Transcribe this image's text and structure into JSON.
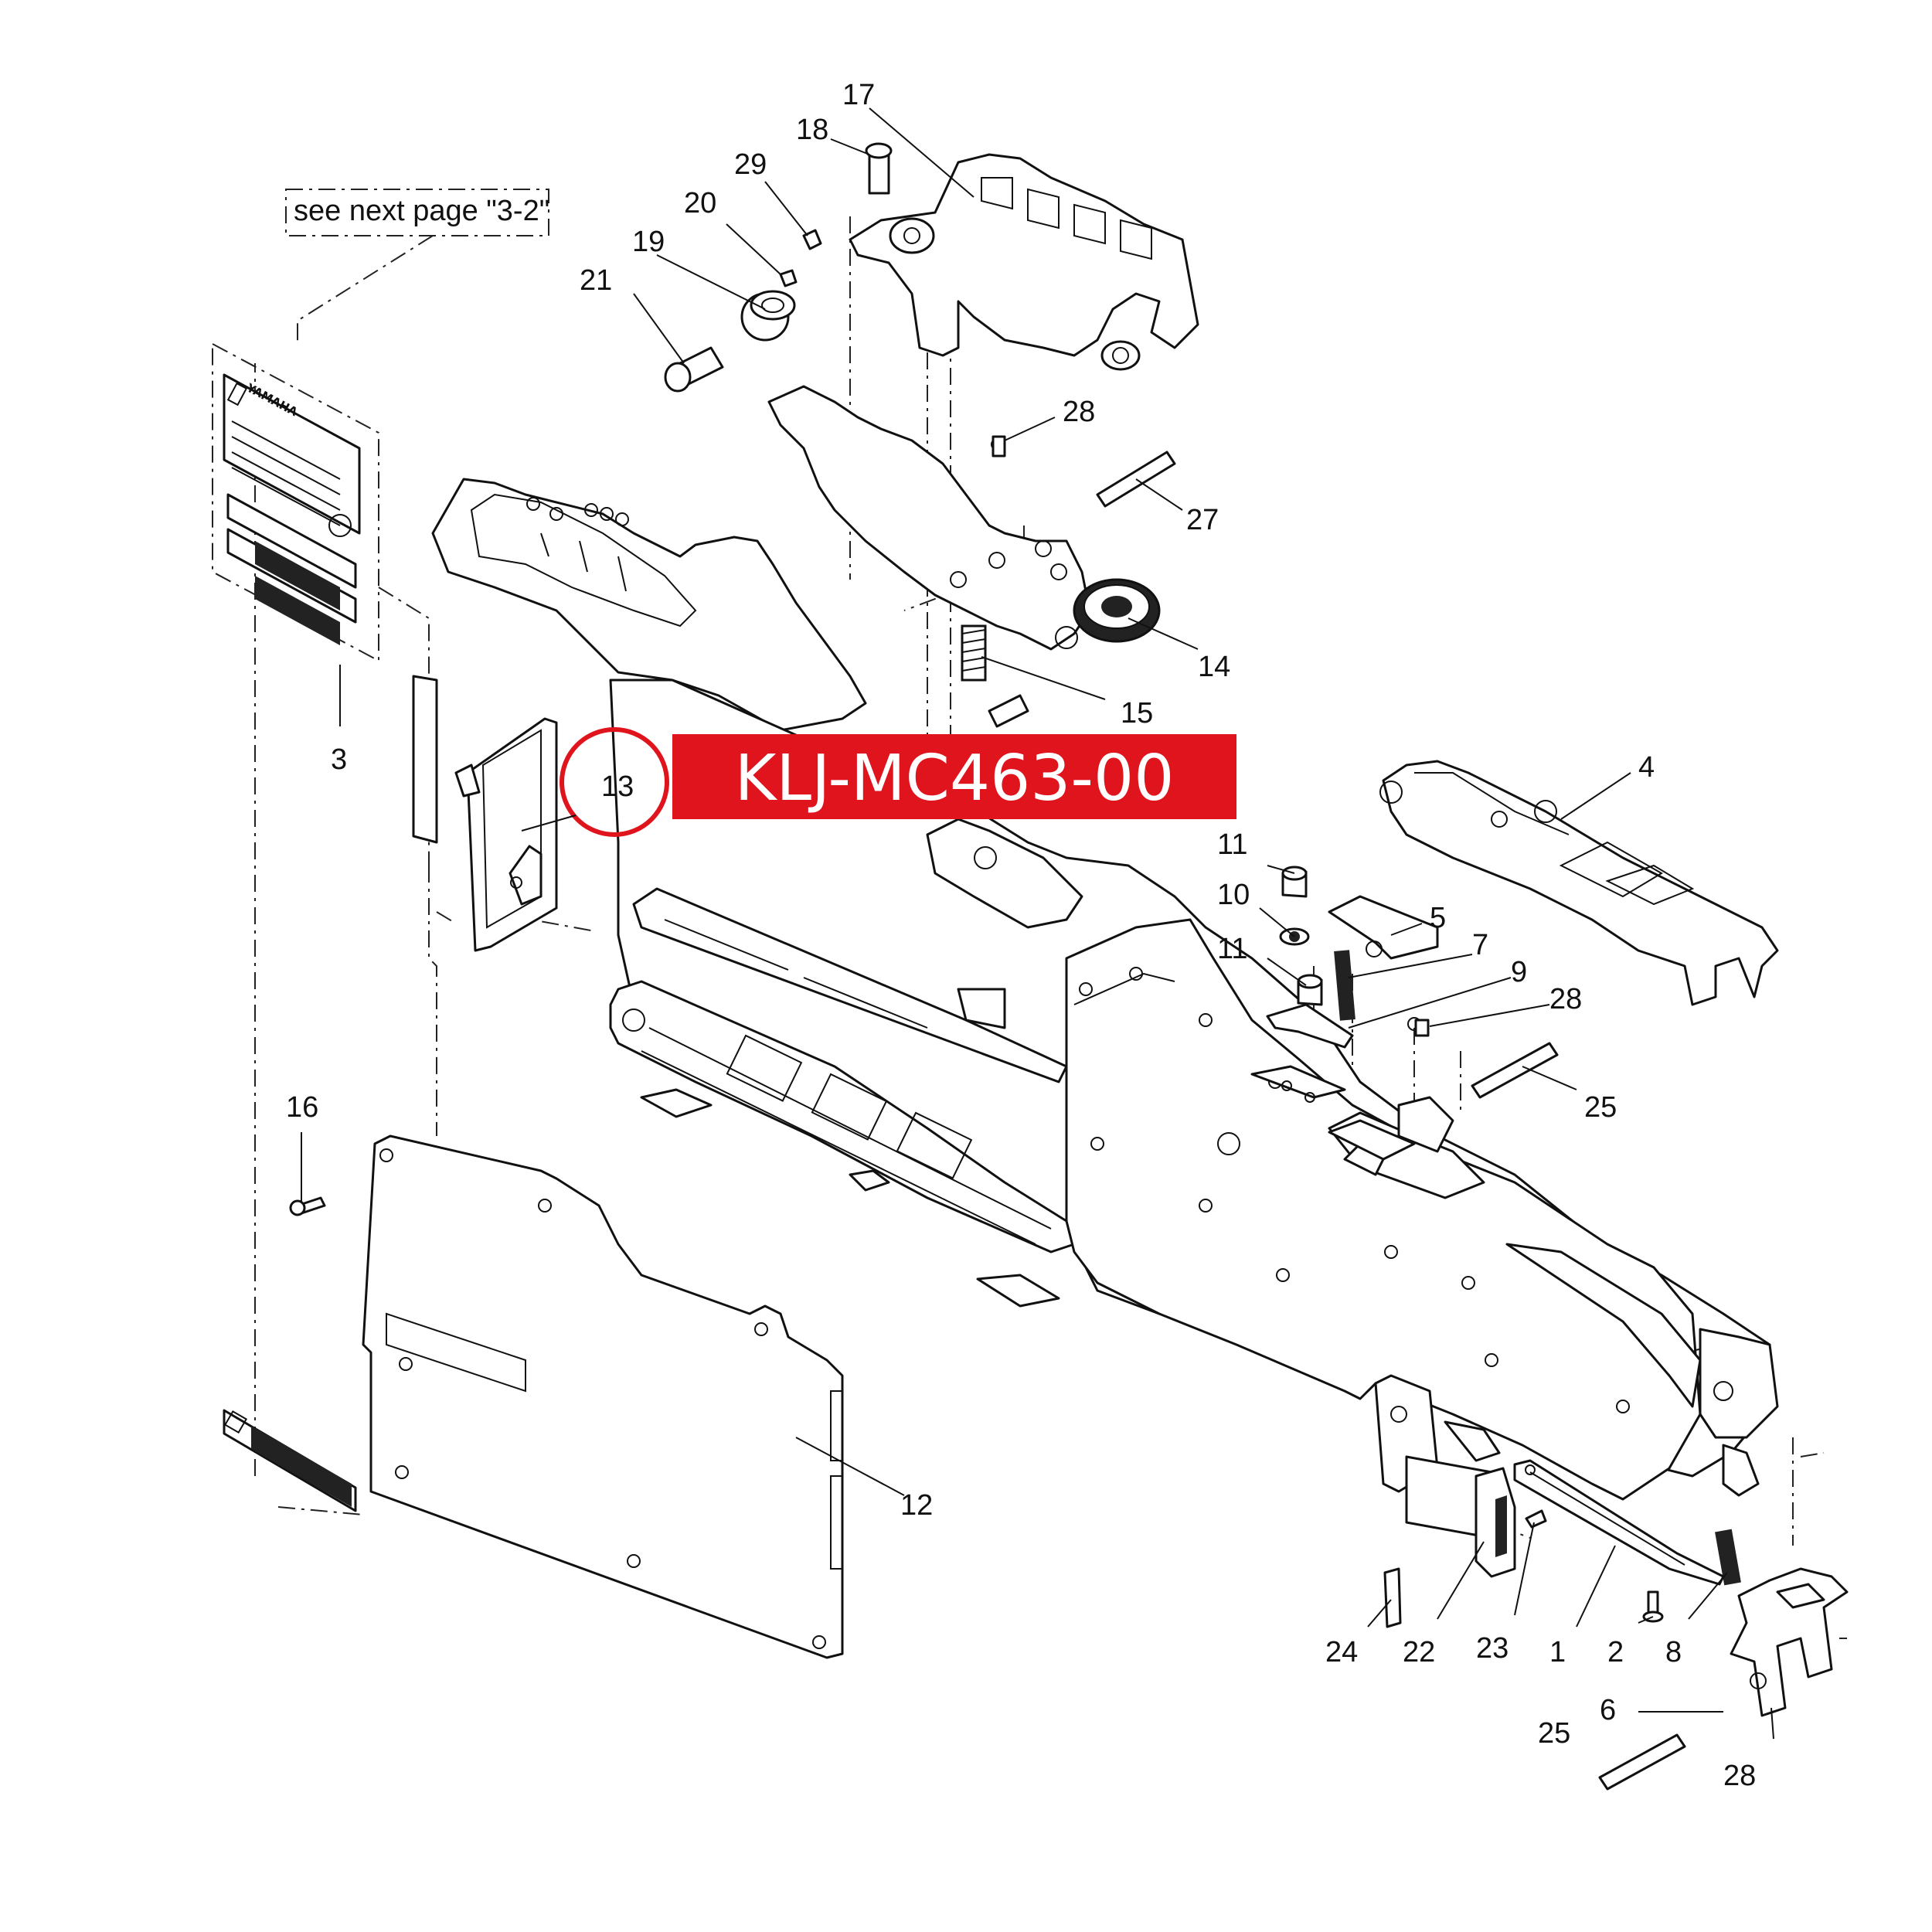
{
  "colors": {
    "banner_bg": "#e0141c",
    "banner_text": "#ffffff",
    "highlight_circle": "#e0141c",
    "line": "#111111"
  },
  "note": {
    "text": "see next page \"3-2\""
  },
  "banner": {
    "part_number": "KLJ-MC463-00"
  },
  "label_plate": {
    "brand": "YAMAHA"
  },
  "callouts": {
    "c1": "1",
    "c2": "2",
    "c3": "3",
    "c4": "4",
    "c5": "5",
    "c6": "6",
    "c7": "7",
    "c8": "8",
    "c9": "9",
    "c10": "10",
    "c11a": "11",
    "c11b": "11",
    "c12": "12",
    "c13": "13",
    "c14": "14",
    "c15": "15",
    "c16": "16",
    "c17": "17",
    "c18": "18",
    "c19": "19",
    "c20": "20",
    "c21": "21",
    "c22": "22",
    "c23": "23",
    "c24": "24",
    "c25a": "25",
    "c25b": "25",
    "c27": "27",
    "c28a": "28",
    "c28b": "28",
    "c28c": "28",
    "c29": "29"
  }
}
